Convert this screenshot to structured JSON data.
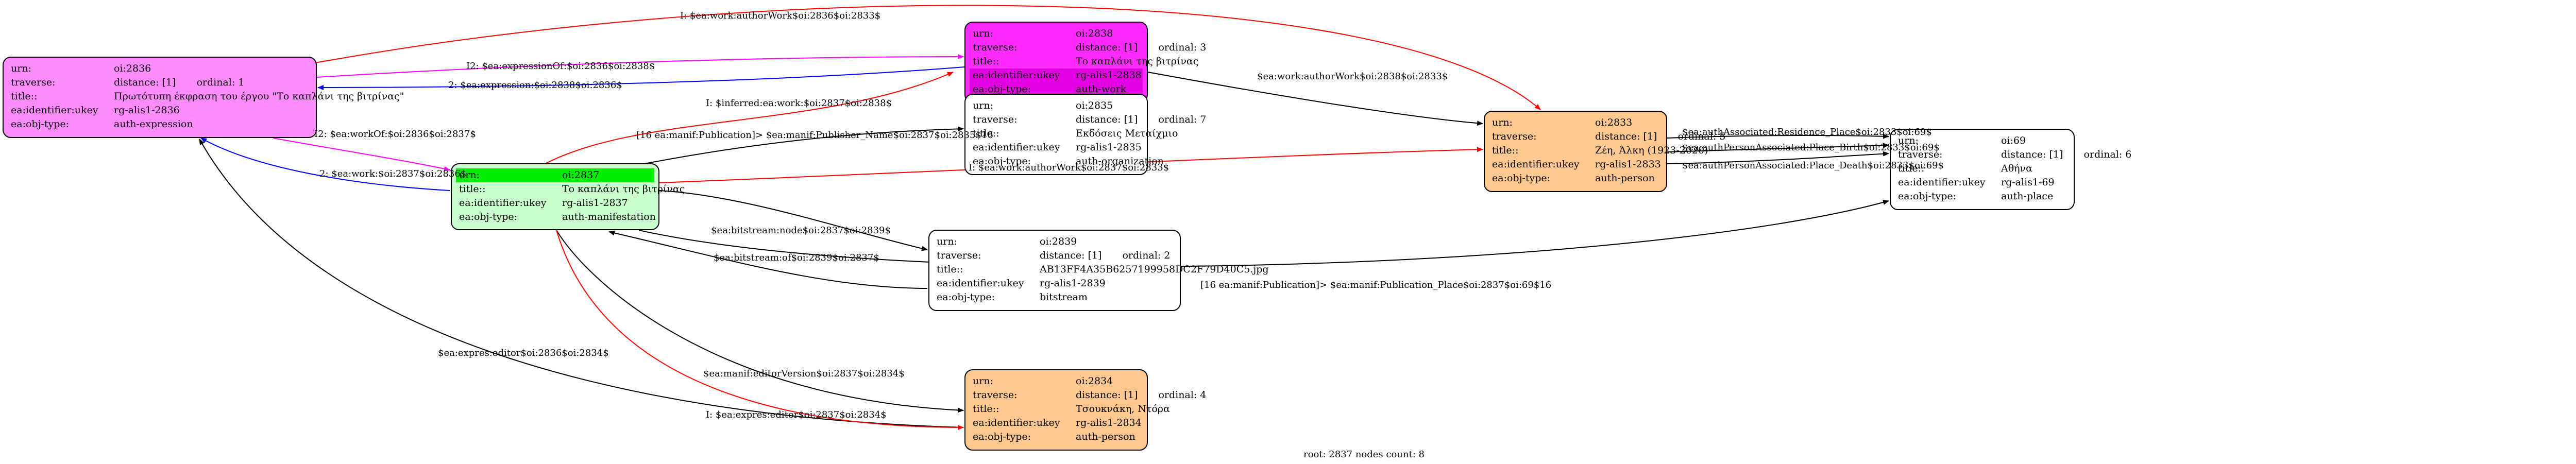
{
  "colors": {
    "expression": "#ff8cff",
    "work": "#ff2bff",
    "manifestation": "#c9ffcc",
    "person": "#ffc891",
    "plain": "#ffffff",
    "highlight_green": "#00ee00",
    "highlight_magenta": "#e300e3",
    "highlight_orange": "#ffa54f",
    "edge_red": "#ff0000",
    "edge_blue": "#0000ff",
    "edge_magenta": "#ff00ff",
    "edge_black": "#000000"
  },
  "nodes": [
    {
      "id": "oi2836",
      "color": "expression",
      "rows": [
        {
          "k": "urn:",
          "v": "oi:2836"
        },
        {
          "k": "traverse:",
          "v": "distance: [1]",
          "v2": "ordinal: 1"
        },
        {
          "k": "title::",
          "v": "Πρωτότυπη έκφραση του έργου \"Το καπλάνι της βιτρίνας\""
        },
        {
          "k": "ea:identifier:ukey",
          "v": "rg-alis1-2836"
        },
        {
          "k": "ea:obj-type:",
          "v": "auth-expression"
        }
      ]
    },
    {
      "id": "oi2838",
      "color": "work",
      "rows": [
        {
          "k": "urn:",
          "v": "oi:2838"
        },
        {
          "k": "traverse:",
          "v": "distance: [1]",
          "v2": "ordinal: 3"
        },
        {
          "k": "title::",
          "v": "Το καπλάνι της βιτρίνας"
        },
        {
          "k": "ea:identifier:ukey",
          "v": "rg-alis1-2838",
          "hl": "highlight_magenta"
        },
        {
          "k": "ea:obj-type:",
          "v": "auth-work",
          "hl": "highlight_magenta"
        }
      ]
    },
    {
      "id": "oi2835",
      "color": "plain",
      "rows": [
        {
          "k": "urn:",
          "v": "oi:2835"
        },
        {
          "k": "traverse:",
          "v": "distance: [1]",
          "v2": "ordinal: 7"
        },
        {
          "k": "title::",
          "v": "Εκδόσεις Μεταίχμιο"
        },
        {
          "k": "ea:identifier:ukey",
          "v": "rg-alis1-2835"
        },
        {
          "k": "ea:obj-type:",
          "v": "auth-organization"
        }
      ]
    },
    {
      "id": "oi2837",
      "color": "manifestation",
      "rows": [
        {
          "k": "urn:",
          "v": "oi:2837",
          "hl": "highlight_green"
        },
        {
          "k": "title::",
          "v": "Το καπλάνι της βιτρίνας"
        },
        {
          "k": "ea:identifier:ukey",
          "v": "rg-alis1-2837"
        },
        {
          "k": "ea:obj-type:",
          "v": "auth-manifestation"
        }
      ]
    },
    {
      "id": "oi2839",
      "color": "plain",
      "rows": [
        {
          "k": "urn:",
          "v": "oi:2839"
        },
        {
          "k": "traverse:",
          "v": "distance: [1]",
          "v2": "ordinal: 2"
        },
        {
          "k": "title::",
          "v": "AB13FF4A35B6257199958DC2F79D40C5.jpg"
        },
        {
          "k": "ea:identifier:ukey",
          "v": "rg-alis1-2839"
        },
        {
          "k": "ea:obj-type:",
          "v": "bitstream"
        }
      ]
    },
    {
      "id": "oi2833",
      "color": "person",
      "rows": [
        {
          "k": "urn:",
          "v": "oi:2833"
        },
        {
          "k": "traverse:",
          "v": "distance: [1]",
          "v2": "ordinal: 5"
        },
        {
          "k": "title::",
          "v": "Ζέη, Άλκη (1923-2020)"
        },
        {
          "k": "ea:identifier:ukey",
          "v": "rg-alis1-2833"
        },
        {
          "k": "ea:obj-type:",
          "v": "auth-person"
        }
      ]
    },
    {
      "id": "oi2834",
      "color": "person",
      "rows": [
        {
          "k": "urn:",
          "v": "oi:2834"
        },
        {
          "k": "traverse:",
          "v": "distance: [1]",
          "v2": "ordinal: 4"
        },
        {
          "k": "title::",
          "v": "Τσουκνάκη, Ντόρα"
        },
        {
          "k": "ea:identifier:ukey",
          "v": "rg-alis1-2834"
        },
        {
          "k": "ea:obj-type:",
          "v": "auth-person"
        }
      ]
    },
    {
      "id": "oi69",
      "color": "plain",
      "rows": [
        {
          "k": "urn:",
          "v": "oi:69"
        },
        {
          "k": "traverse:",
          "v": "distance: [1]",
          "v2": "ordinal: 6"
        },
        {
          "k": "title::",
          "v": "Αθήνα"
        },
        {
          "k": "ea:identifier:ukey",
          "v": "rg-alis1-69"
        },
        {
          "k": "ea:obj-type:",
          "v": "auth-place"
        }
      ]
    }
  ],
  "edges": [
    {
      "from": "oi2836",
      "to": "oi2833",
      "color": "edge_red",
      "label": "I: $ea:work:authorWork$oi:2836$oi:2833$"
    },
    {
      "from": "oi2836",
      "to": "oi2838",
      "color": "edge_magenta",
      "label": "I2: $ea:expressionOf:$oi:2836$oi:2838$"
    },
    {
      "from": "oi2838",
      "to": "oi2836",
      "color": "edge_blue",
      "label": "2: $ea:expression:$oi:2838$oi:2836$"
    },
    {
      "from": "oi2838",
      "to": "oi2833",
      "color": "edge_black",
      "label": "$ea:work:authorWork$oi:2838$oi:2833$"
    },
    {
      "from": "oi2837",
      "to": "oi2838",
      "color": "edge_red",
      "label": "I: $inferred:ea:work:$oi:2837$oi:2838$"
    },
    {
      "from": "oi2837",
      "to": "oi2835",
      "color": "edge_black",
      "label": "[16 ea:manif:Publication]> $ea:manif:Publisher_Name$oi:2837$oi:2835$16"
    },
    {
      "from": "oi2836",
      "to": "oi2837",
      "color": "edge_magenta",
      "label": "I2: $ea:workOf:$oi:2836$oi:2837$"
    },
    {
      "from": "oi2837",
      "to": "oi2836",
      "color": "edge_blue",
      "label": "2: $ea:work:$oi:2837$oi:2836$"
    },
    {
      "from": "oi2837",
      "to": "oi2833",
      "color": "edge_red",
      "label": "I: $ea:work:authorWork$oi:2837$oi:2833$"
    },
    {
      "from": "oi2837",
      "to": "oi2839",
      "color": "edge_black",
      "label": "$ea:bitstream:node$oi:2837$oi:2839$"
    },
    {
      "from": "oi2839",
      "to": "oi2837",
      "color": "edge_black",
      "label": "$ea:bitstream:of$oi:2839$oi:2837$"
    },
    {
      "from": "oi2837",
      "to": "oi69",
      "color": "edge_black",
      "label": "[16 ea:manif:Publication]> $ea:manif:Publication_Place$oi:2837$oi:69$16"
    },
    {
      "from": "oi2834",
      "to": "oi2836",
      "color": "edge_black",
      "label": "$ea:expres:editor$oi:2836$oi:2834$"
    },
    {
      "from": "oi2837",
      "to": "oi2834",
      "color": "edge_black",
      "label": "$ea:manif:editorVersion$oi:2837$oi:2834$"
    },
    {
      "from": "oi2837",
      "to": "oi2834",
      "color": "edge_red",
      "label": "I: $ea:expres:editor$oi:2837$oi:2834$"
    },
    {
      "from": "oi2833",
      "to": "oi69",
      "color": "edge_black",
      "label": "$ea:authAssociated:Residence_Place$oi:2833$oi:69$"
    },
    {
      "from": "oi2833",
      "to": "oi69",
      "color": "edge_black",
      "label": "$ea:authPersonAssociated:Place_Birth$oi:2833$oi:69$"
    },
    {
      "from": "oi2833",
      "to": "oi69",
      "color": "edge_black",
      "label": "$ea:authPersonAssociated:Place_Death$oi:2833$oi:69$"
    }
  ],
  "footer": "root: 2837 nodes count: 8"
}
